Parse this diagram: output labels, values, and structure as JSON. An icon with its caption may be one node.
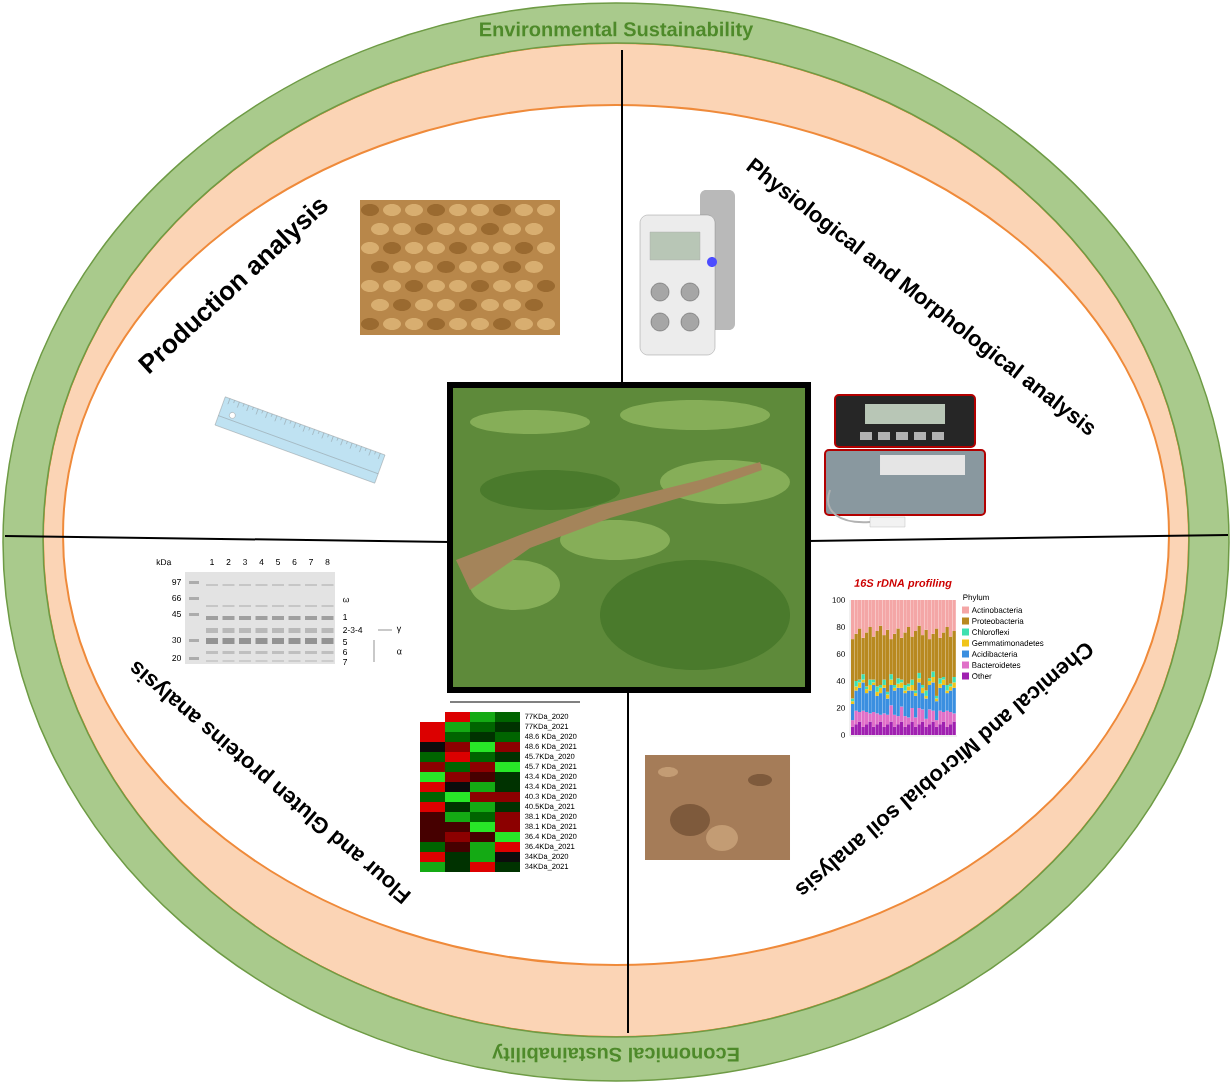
{
  "diagram": {
    "nodes": [
      {
        "text": [
          "Environmental Sustainability",
          "Economical Sustainability"
        ]
      },
      {
        "text": [
          "Production analysis"
        ],
        "in": 0
      },
      {
        "text": [
          "Physiological and Morphological analysis"
        ],
        "in": 0
      },
      {
        "text": [
          "Flour and Gluten proteins analysis"
        ],
        "in": 0
      },
      {
        "text": [
          "Chemical and Microbial soil analysis"
        ],
        "in": 0
      }
    ],
    "labels": [
      "kDa",
      "1",
      "2",
      "3",
      "4",
      "5",
      "6",
      "7",
      "8",
      "97",
      "66",
      "ω",
      "45",
      "1",
      "2-3-4",
      "γ",
      "30",
      "5",
      "6",
      "α",
      "20",
      "7",
      "77KDa_2020",
      "77KDa_2021",
      "48.6 KDa_2020",
      "48.6 KDa_2021",
      "45.7KDa_2020",
      "45.7 KDa_2021",
      "43.4 KDa_2020",
      "43.4 KDa_2021",
      "40.3 KDa_2020",
      "40.5KDa_2021",
      "38.1 KDa_2020",
      "38.1 KDa_2021",
      "36.4 KDa_2020",
      "36.4KDa_2021",
      "34KDa_2020",
      "34KDa_2021",
      "16S rDNA profiling",
      "100",
      "80",
      "60",
      "40",
      "20",
      "0",
      "Phylum"
    ],
    "legend": [
      {
        "text": "Actinobacteria",
        "color": "#f4a6a6"
      },
      {
        "text": "Proteobacteria",
        "color": "#b8891f"
      },
      {
        "text": "Chloroflexi",
        "color": "#3fe0b0"
      },
      {
        "text": "Gemmatimonadetes",
        "color": "#f0c419"
      },
      {
        "text": "Acidibacteria",
        "color": "#3a8fe0"
      },
      {
        "text": "Bacteroidetes",
        "color": "#e070c8"
      },
      {
        "text": "Other",
        "color": "#a020b0"
      }
    ]
  }
}
